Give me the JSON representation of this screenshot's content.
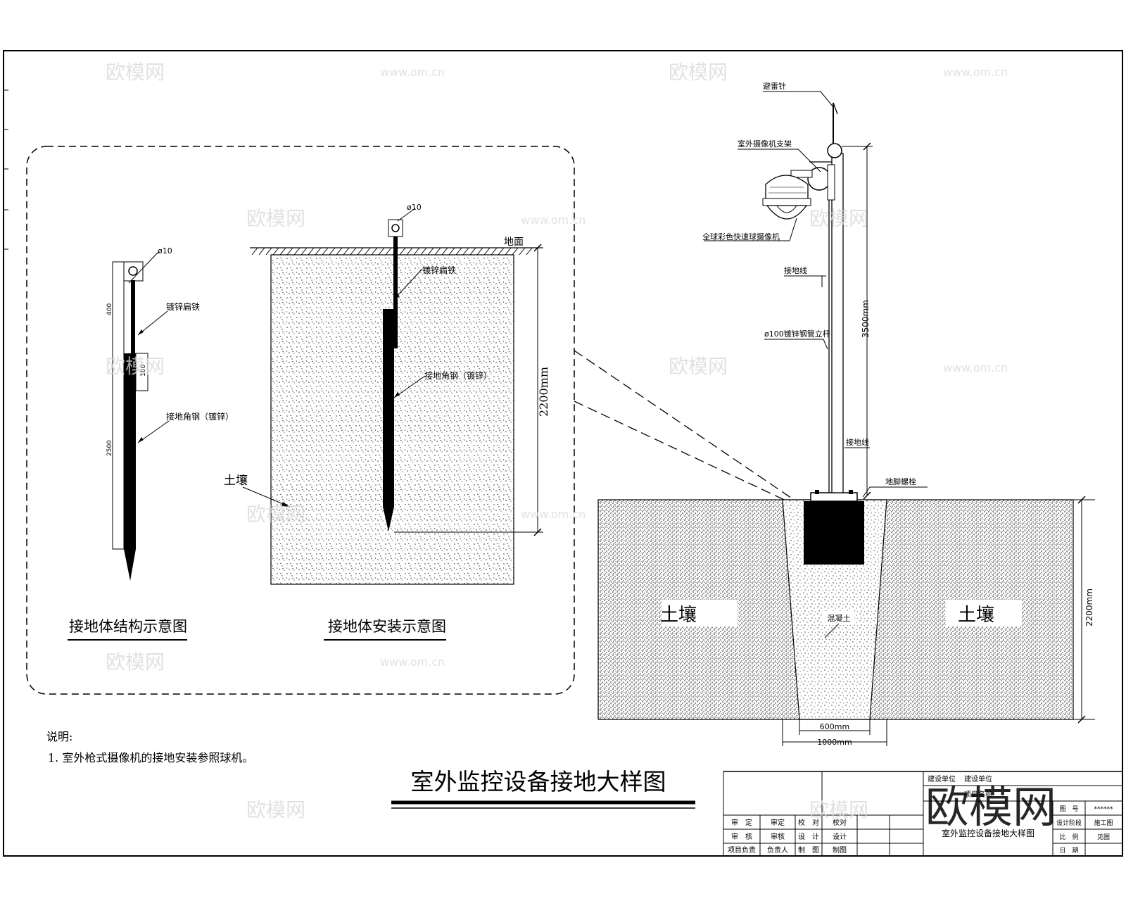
{
  "main_title": "室外监控设备接地大样图",
  "notes": {
    "heading": "说明:",
    "items": [
      "1. 室外枪式摄像机的接地安装参照球机。"
    ]
  },
  "detail_left": {
    "caption": "接地体结构示意图",
    "dia": "ø10",
    "lead_label": "镀锌扁铁",
    "rod_label": "接地角钢（镀锌）",
    "dim_top": "400",
    "dim_mid": "100",
    "dim_bottom": "2500"
  },
  "detail_mid": {
    "caption": "接地体安装示意图",
    "dia": "ø10",
    "ground": "地面",
    "lead_label": "镀锌扁铁",
    "rod_label": "接地角钢（镀锌）",
    "soil": "土壤",
    "depth": "2200mm"
  },
  "pole": {
    "lightning_rod": "避雷针",
    "bracket": "室外摄像机支架",
    "camera": "全球彩色快速球摄像机",
    "grounding_wire": "接地线",
    "steel_pole": "ø100镀锌钢管立杆",
    "ground_lead": "接地线",
    "anchor_bolt": "地脚螺栓",
    "concrete": "混凝土",
    "height": "3500mm",
    "depth": "2200mm",
    "soil_left": "土壤",
    "soil_right": "土壤",
    "pit_bottom": "600mm",
    "pit_top": "1000mm"
  },
  "title_block": {
    "roles": [
      [
        "审　定",
        "审定",
        "校　对",
        "校对"
      ],
      [
        "审　核",
        "审核",
        "设　计",
        "设计"
      ],
      [
        "项目负责",
        "负责人",
        "制　图",
        "制图"
      ]
    ],
    "unit_label": "建设单位",
    "unit_value": "建设单位",
    "project_value": "项目名称",
    "drawing_name": "室外监控设备接地大样图",
    "info": [
      [
        "图　号",
        "******"
      ],
      [
        "设计阶段",
        "施工图"
      ],
      [
        "比　例",
        "见图"
      ],
      [
        "日　期",
        ""
      ]
    ]
  },
  "watermark": {
    "brand": "欧模网",
    "url": "www.om.cn"
  }
}
